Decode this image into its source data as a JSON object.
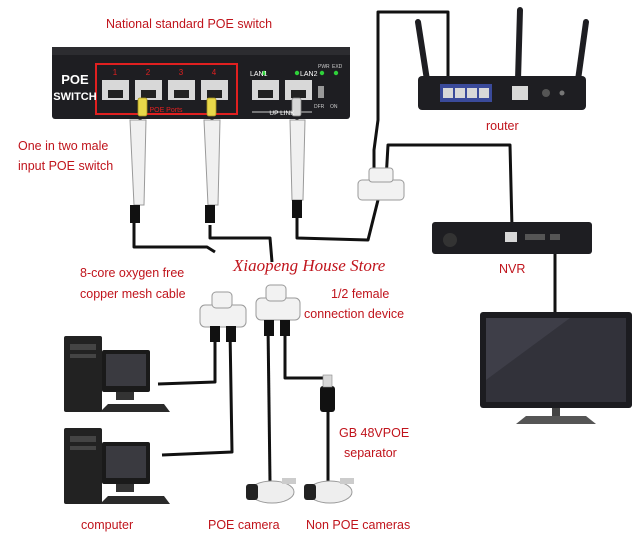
{
  "labels": {
    "switch_title": "National standard POE switch",
    "one_in_two_line1": "One in two male",
    "one_in_two_line2": "input POE switch",
    "cable_line1": "8-core oxygen free",
    "cable_line2": "copper mesh cable",
    "female_line1": "1/2 female",
    "female_line2": "connection device",
    "separator_line1": "GB 48VPOE",
    "separator_line2": "separator",
    "router": "router",
    "nvr": "NVR",
    "computer": "computer",
    "poe_camera": "POE camera",
    "non_poe_cameras": "Non POE cameras"
  },
  "watermark": "Xiaopeng House Store",
  "switch": {
    "name_line1": "POE",
    "name_line2": "SWITCH",
    "port_numbers": [
      "1",
      "2",
      "3",
      "4"
    ],
    "poe_ports_label": "POE Ports",
    "lan1": "LAN1",
    "lan2": "LAN2",
    "uplink": "UP LINK",
    "pwr": "PWR",
    "ext": "EXD",
    "dfr": "DFR",
    "on": "ON"
  },
  "colors": {
    "accent_text": "#c0141c",
    "poe_port_border": "#e02020",
    "cable": "#111111",
    "device_body": "#1e1e22"
  }
}
